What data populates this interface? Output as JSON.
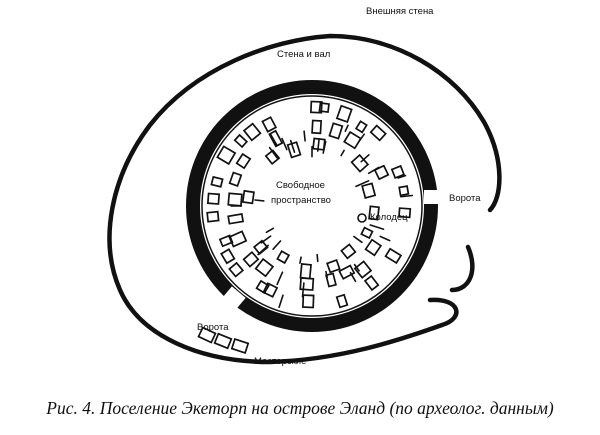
{
  "labels": {
    "outer_wall": "Внешняя стена",
    "wall_and_rampart": "Стена и вал",
    "open_space_line1": "Свободное",
    "open_space_line2": "пространство",
    "well": "Колодец",
    "gate_east": "Ворота",
    "gate_southwest": "Ворота",
    "workshops": "Мастерские"
  },
  "caption": "Рис. 4. Поселение Экеторп на острове Эланд (по археолог. данным)"
}
